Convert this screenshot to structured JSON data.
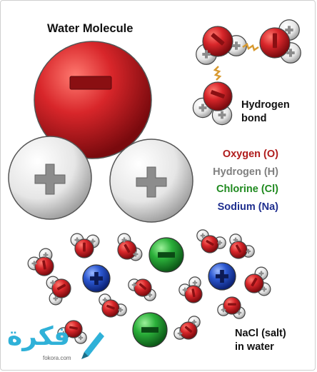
{
  "title": "Water Molecule",
  "hydrogen_bond_label": [
    "Hydrogen",
    "bond"
  ],
  "legend": [
    {
      "label": "Oxygen (O)",
      "color": "#b01c1c"
    },
    {
      "label": "Hydrogen (H)",
      "color": "#808080"
    },
    {
      "label": "Chlorine (Cl)",
      "color": "#1f8a1f"
    },
    {
      "label": "Sodium (Na)",
      "color": "#1f2f8f"
    }
  ],
  "nacl_label": [
    "NaCl (salt)",
    "in water"
  ],
  "watermark": {
    "text": "فكرة",
    "sub": "fokora.com"
  },
  "colors": {
    "oxygen": "#d0282a",
    "hydrogen": "#e8e8e8",
    "chlorine": "#2aa63a",
    "sodium": "#2a55c8",
    "bond": "#e0a040"
  }
}
